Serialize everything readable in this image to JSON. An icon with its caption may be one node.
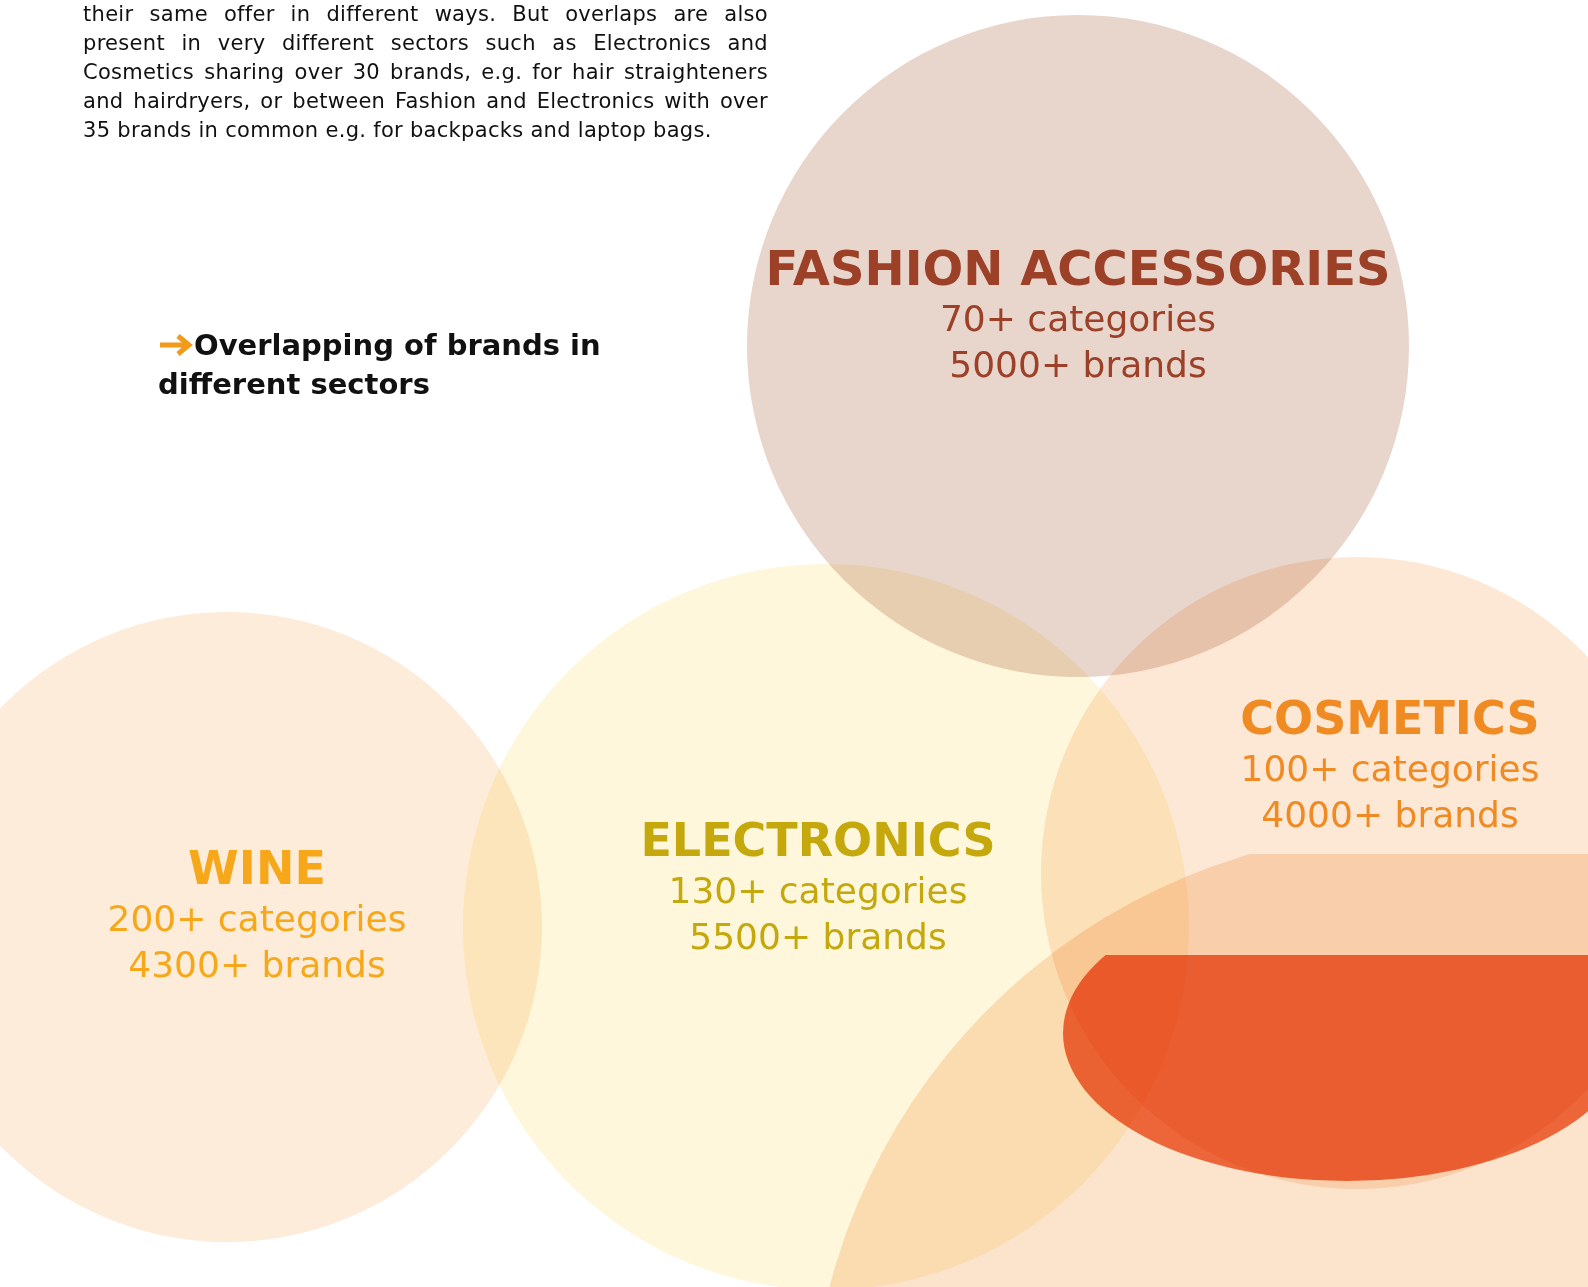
{
  "diagram": {
    "title": "Overlapping of brands in different sectors",
    "nodes": [
      {
        "text": [
          "FASHION ACCESSORIES",
          "70+ categories",
          "5000+ brands"
        ]
      },
      {
        "text": [
          "COSMETICS",
          "100+ categories",
          "4000+ brands"
        ]
      },
      {
        "text": [
          "WINE",
          "200+ categories",
          "4300+ brands"
        ]
      },
      {
        "text": [
          "ELECTRONICS",
          "130+ categories",
          "5500+ brands"
        ]
      },
      {
        "text": [],
        "shape": "circle"
      },
      {
        "text": [],
        "shape": "circle"
      }
    ],
    "labels": [
      "their same offer in different ways. But overlaps are also present in very different sectors such as Electronics and Cosmetics sharing over 30 brands, e.g. for hair straighteners and hairdryers, or between Fashion and Electronics with over 35 brands in common e.g. for backpacks and laptop bags."
    ]
  }
}
